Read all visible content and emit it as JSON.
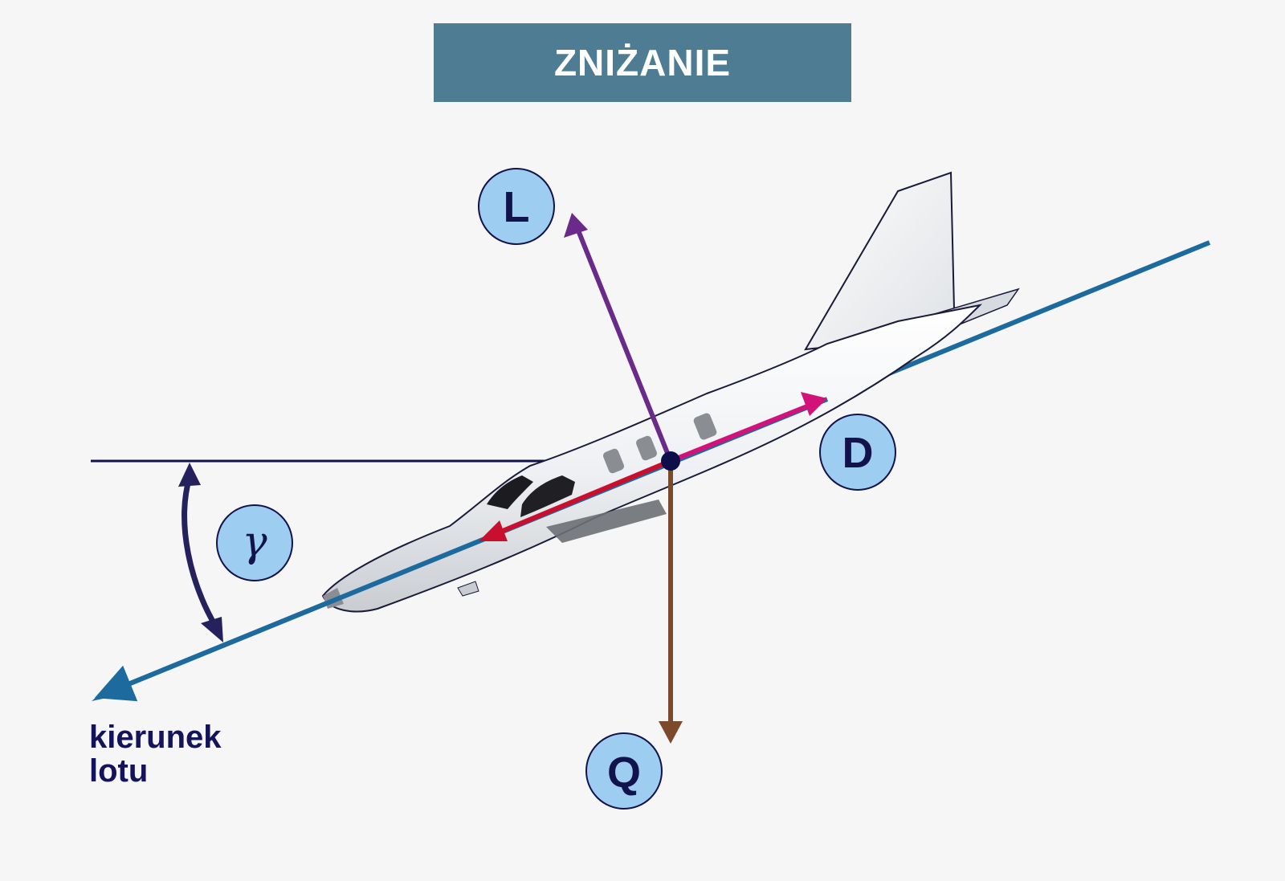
{
  "title": "ZNIŻANIE",
  "caption": {
    "line1": "kierunek",
    "line2": "lotu"
  },
  "forces": {
    "lift": "L",
    "drag": "D",
    "weight": "Q"
  },
  "angle": "γ",
  "colors": {
    "title_bg": "#4d7c93",
    "flight_path": "#1d6a9e",
    "lift": "#6a2a8a",
    "drag": "#d1127a",
    "weight": "#7a4a2a",
    "thrust": "#c8102e",
    "angle_arc": "#24215c",
    "label_circle": "#9dcdf0",
    "dark_navy": "#12124d"
  }
}
